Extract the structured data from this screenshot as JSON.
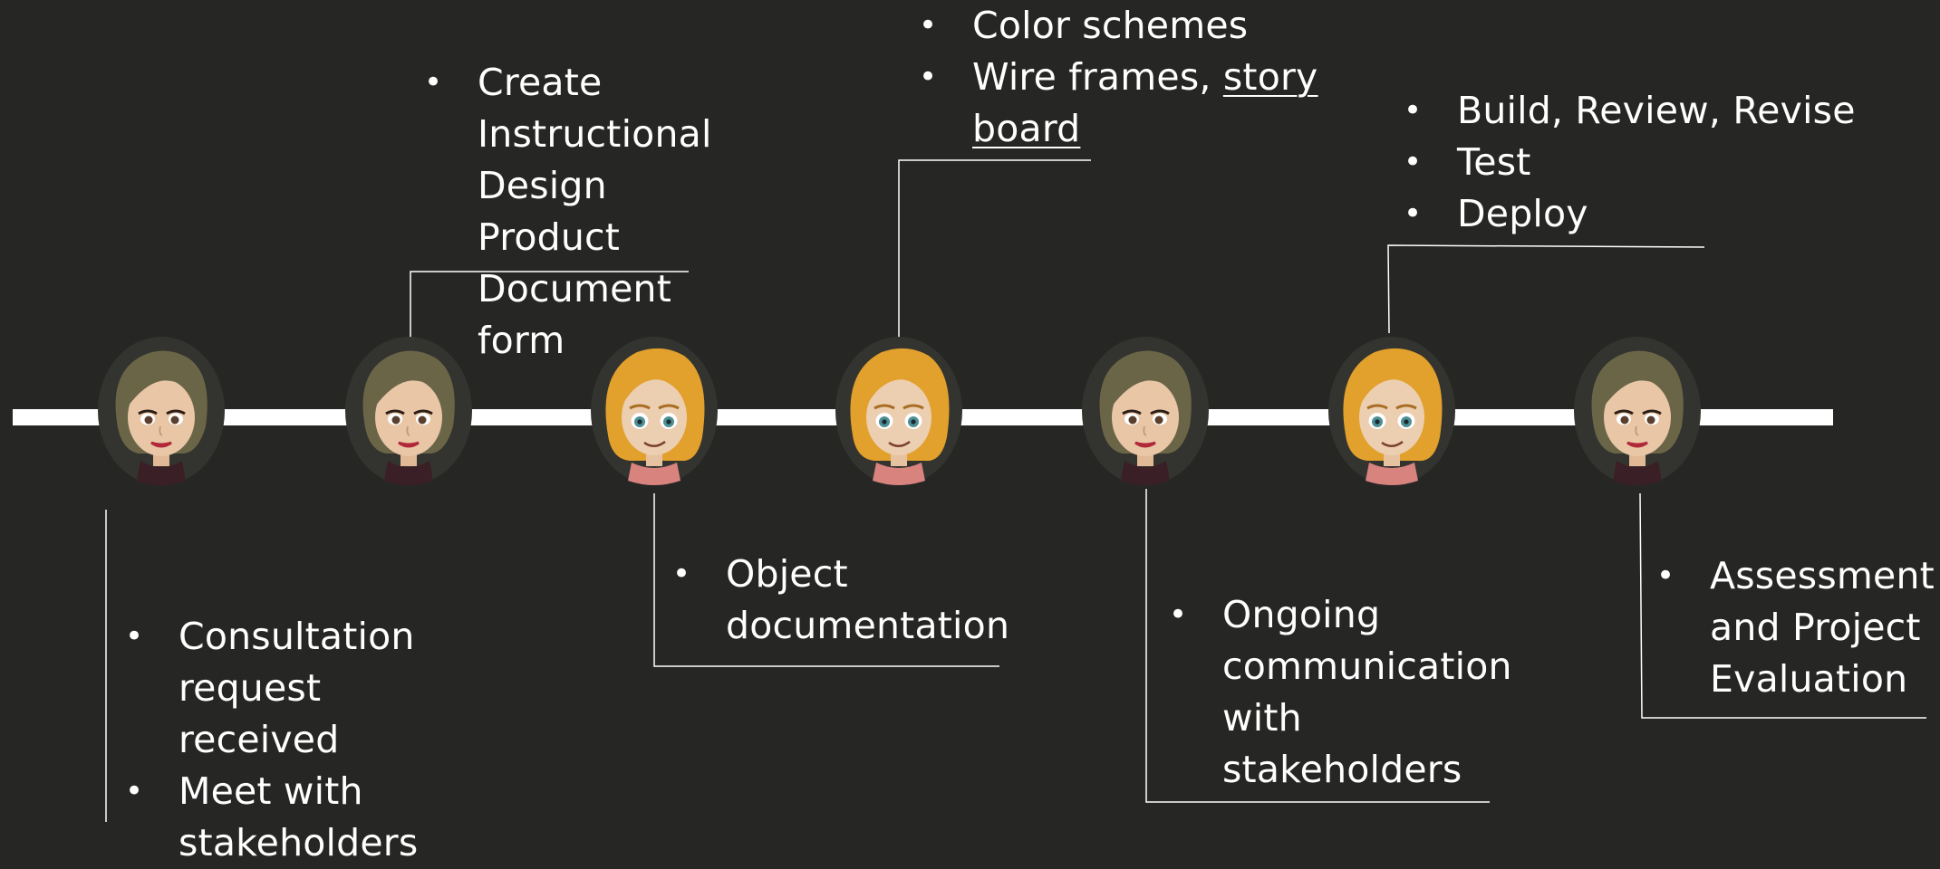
{
  "milestones": [
    {
      "avatar": "brunette-woman",
      "bullets": [
        "Consultation request received",
        "Meet with stakeholders"
      ]
    },
    {
      "avatar": "brunette-woman",
      "bullets": [
        "Create Instructional Design Product Document form"
      ]
    },
    {
      "avatar": "blonde-woman",
      "bullets": [
        "Object documentation"
      ]
    },
    {
      "avatar": "blonde-woman",
      "bullets": [
        "Color schemes"
      ],
      "bullet2_prefix": "Wire frames, ",
      "bullet2_underlined": "story board"
    },
    {
      "avatar": "brunette-woman",
      "bullets": [
        "Ongoing communication with stakeholders"
      ]
    },
    {
      "avatar": "blonde-woman",
      "bullets": [
        "Build, Review, Revise",
        "Test",
        "Deploy"
      ]
    },
    {
      "avatar": "brunette-woman",
      "bullets": [
        "Assessment and Project Evaluation"
      ]
    }
  ],
  "colors": {
    "background": "#262725",
    "timeline": "#ffffff",
    "brunette_hair": "#6b6548",
    "blonde_hair": "#e2a02c",
    "skin": "#e9c7a6",
    "connector": "#ffffff"
  }
}
